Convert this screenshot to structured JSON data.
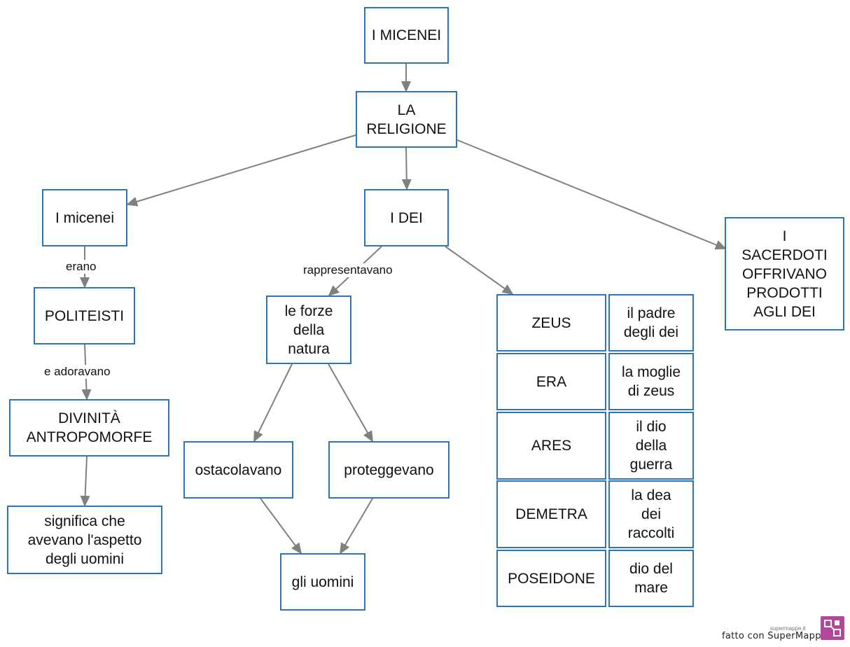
{
  "nodes": {
    "micenei_top": "I MICENEI",
    "religione": "LA\nRELIGIONE",
    "micenei": "I micenei",
    "dei": "I DEI",
    "sacerdoti": "I\nSACERDOTI\nOFFRIVANO\nPRODOTTI\nAGLI DEI",
    "politeisti": "POLITEISTI",
    "forze": "le forze\ndella\nnatura",
    "divinita": "DIVINITÀ\nANTROPOMORFE",
    "significa": "significa che\navevano l'aspetto\ndegli uomini",
    "ostacolavano": "ostacolavano",
    "proteggevano": "proteggevano",
    "uomini": "gli uomini"
  },
  "edge_labels": {
    "erano": "erano",
    "adoravano": "e adoravano",
    "rappresentavano": "rappresentavano"
  },
  "gods": [
    {
      "name": "ZEUS",
      "desc": "il padre\ndegli dei"
    },
    {
      "name": "ERA",
      "desc": "la moglie\ndi zeus"
    },
    {
      "name": "ARES",
      "desc": "il dio\ndella\nguerra"
    },
    {
      "name": "DEMETRA",
      "desc": "la dea\ndei\nraccolti"
    },
    {
      "name": "POSEIDONE",
      "desc": "dio del\nmare"
    }
  ],
  "credits": {
    "site": "supermappe.it",
    "made_with": "fatto con SuperMappe"
  },
  "colors": {
    "node_border": "#2f74b5",
    "arrow": "#808080",
    "logo": "#b3489a"
  }
}
